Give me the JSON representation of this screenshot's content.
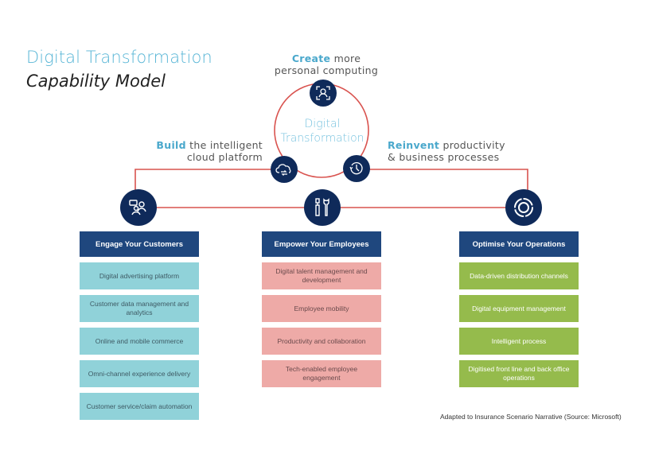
{
  "title": {
    "line1": "Digital Transformation",
    "line2": "Capability Model"
  },
  "center": {
    "line1": "Digital",
    "line2": "Transformation"
  },
  "captions": {
    "create": {
      "highlight": "Create",
      "rest1": " more",
      "line2": "personal computing"
    },
    "build": {
      "highlight": "Build",
      "rest1": " the intelligent",
      "line2": "cloud platform"
    },
    "reinvent": {
      "highlight": "Reinvent",
      "rest1": " productivity",
      "line2": "& business processes"
    }
  },
  "icons": {
    "create": "person-frame-icon",
    "build": "cloud-sync-icon",
    "reinvent": "clock-icon",
    "customers": "people-chat-icon",
    "employees": "tools-icon",
    "operations": "gear-icon"
  },
  "colors": {
    "navy": "#0f2a5a",
    "header": "#1f477e",
    "accent": "#59b6d6",
    "line": "#d9534f",
    "customers": "#90d2d9",
    "employees": "#eeaaa7",
    "operations": "#95bb4c"
  },
  "columns": [
    {
      "header": "Engage Your Customers",
      "items": [
        "Digital advertising platform",
        "Customer data management and analytics",
        "Online and mobile commerce",
        "Omni-channel experience delivery",
        "Customer service/claim automation"
      ]
    },
    {
      "header": "Empower Your Employees",
      "items": [
        "Digital talent management and development",
        "Employee mobility",
        "Productivity and collaboration",
        "Tech-enabled employee engagement"
      ]
    },
    {
      "header": "Optimise Your Operations",
      "items": [
        "Data-driven distribution channels",
        "Digital equipment management",
        "Intelligent process",
        "Digitised front line and back office operations"
      ]
    }
  ],
  "source": "Adapted to Insurance Scenario Narrative  (Source: Microsoft)"
}
